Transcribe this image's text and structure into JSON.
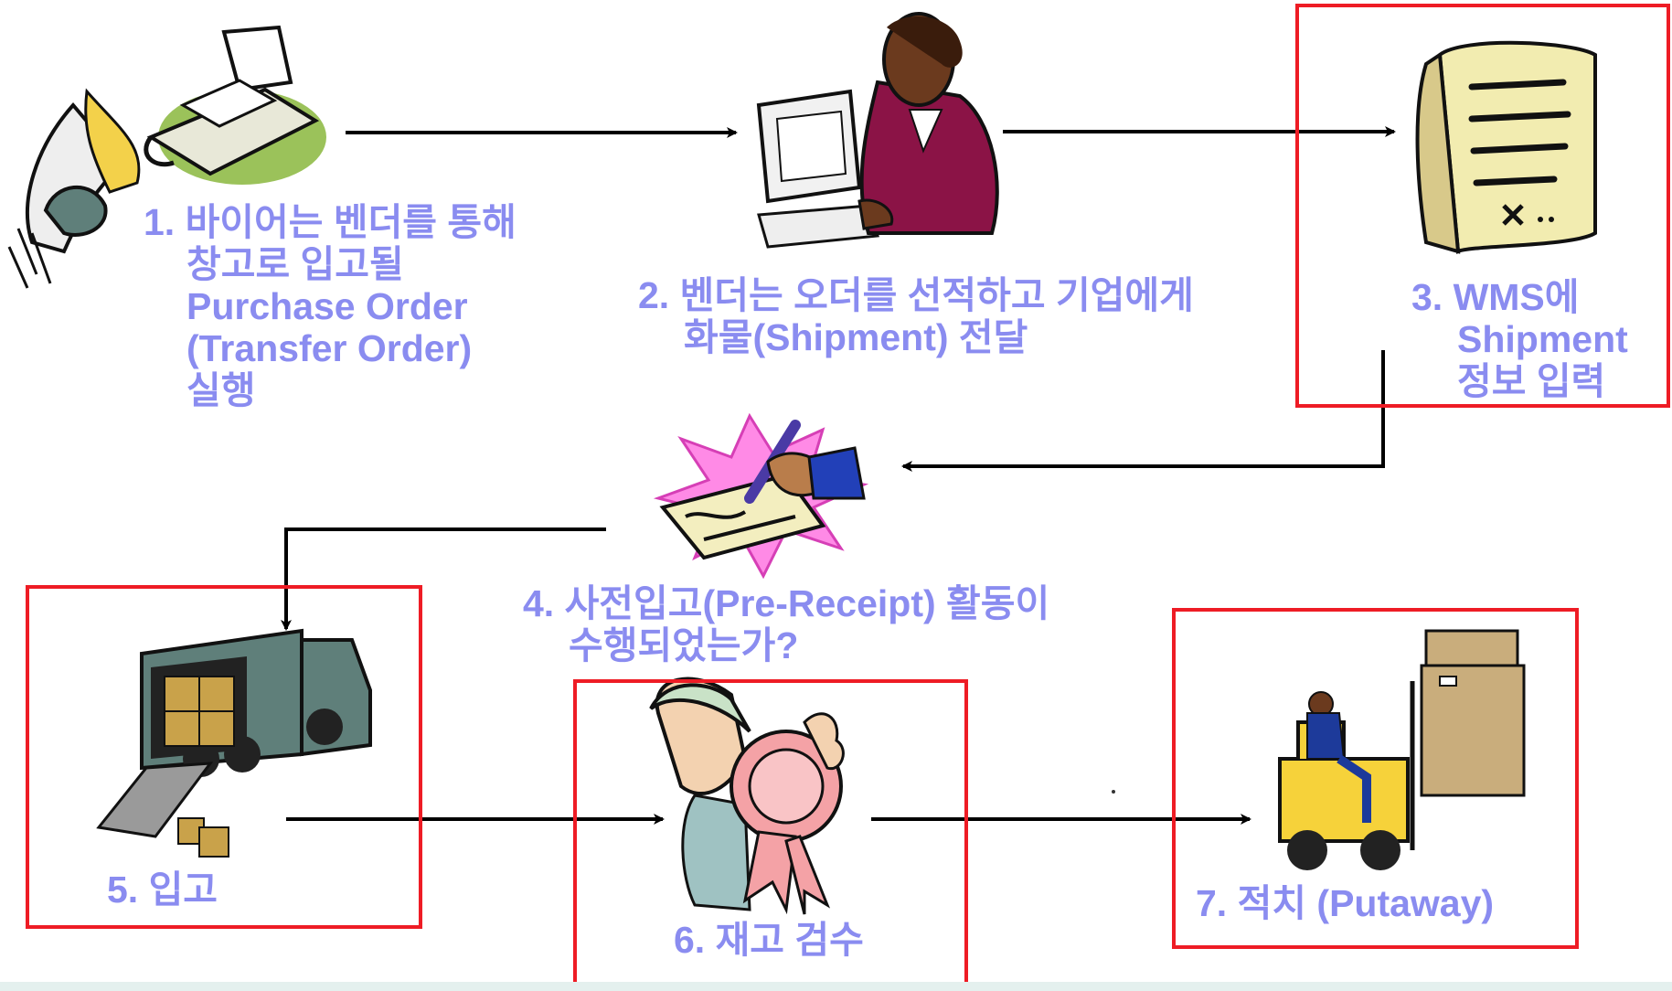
{
  "steps": [
    {
      "id": 1,
      "lines": [
        "1. 바이어는 벤더를 통해",
        "창고로 입고될",
        "Purchase Order",
        "(Transfer Order)",
        "실행"
      ],
      "icon": "phone-fax-icon"
    },
    {
      "id": 2,
      "lines": [
        "2. 벤더는 오더를 선적하고 기업에게",
        "화물(Shipment) 전달"
      ],
      "icon": "computer-operator-icon"
    },
    {
      "id": 3,
      "lines": [
        "3. WMS에",
        "Shipment",
        "정보 입력"
      ],
      "icon": "document-list-icon"
    },
    {
      "id": 4,
      "lines": [
        "4. 사전입고(Pre-Receipt) 활동이",
        "수행되었는가?"
      ],
      "icon": "signing-document-icon"
    },
    {
      "id": 5,
      "lines": [
        "5. 입고"
      ],
      "icon": "delivery-truck-icon"
    },
    {
      "id": 6,
      "lines": [
        "6. 재고 검수"
      ],
      "icon": "inspector-ribbon-icon"
    },
    {
      "id": 7,
      "lines": [
        "7. 적치 (Putaway)"
      ],
      "icon": "forklift-icon"
    }
  ],
  "colors": {
    "label": "#8a8cf0",
    "highlight_box": "#ee1c25",
    "arrow": "#000000"
  }
}
